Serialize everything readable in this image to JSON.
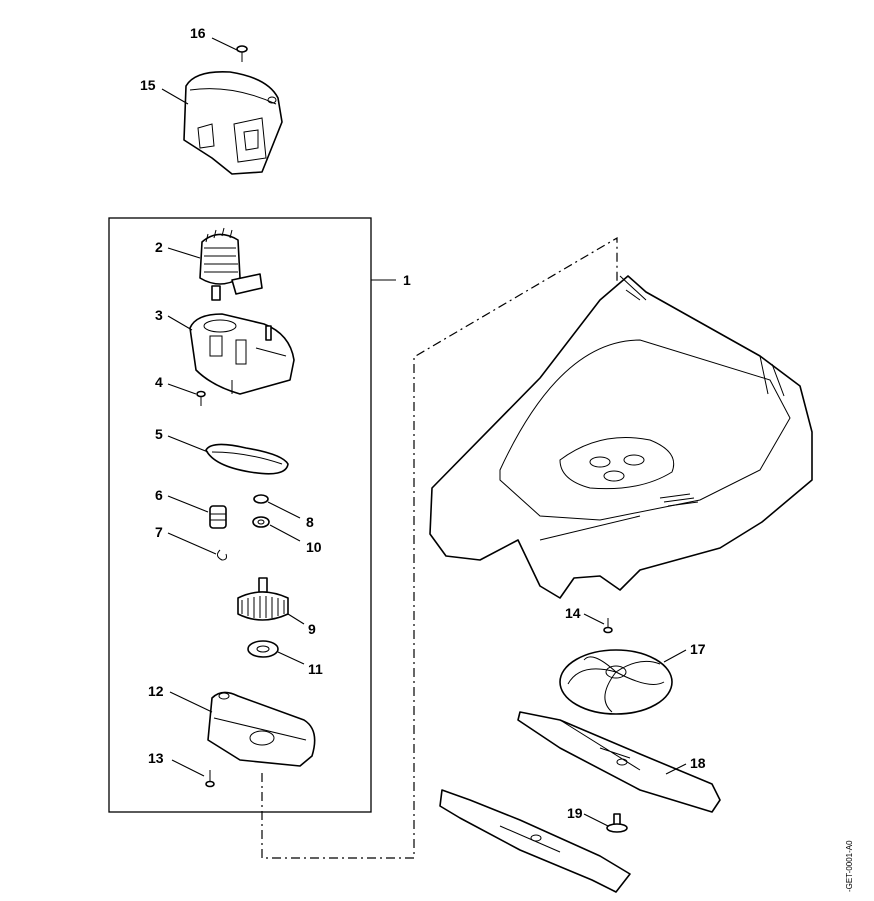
{
  "callouts": {
    "c1": "1",
    "c2": "2",
    "c3": "3",
    "c4": "4",
    "c5": "5",
    "c6": "6",
    "c7": "7",
    "c8": "8",
    "c9": "9",
    "c10": "10",
    "c11": "11",
    "c12": "12",
    "c13": "13",
    "c14": "14",
    "c15": "15",
    "c16": "16",
    "c17": "17",
    "c18": "18",
    "c19": "19"
  },
  "drawing_reference": "-GET-0001-A0"
}
